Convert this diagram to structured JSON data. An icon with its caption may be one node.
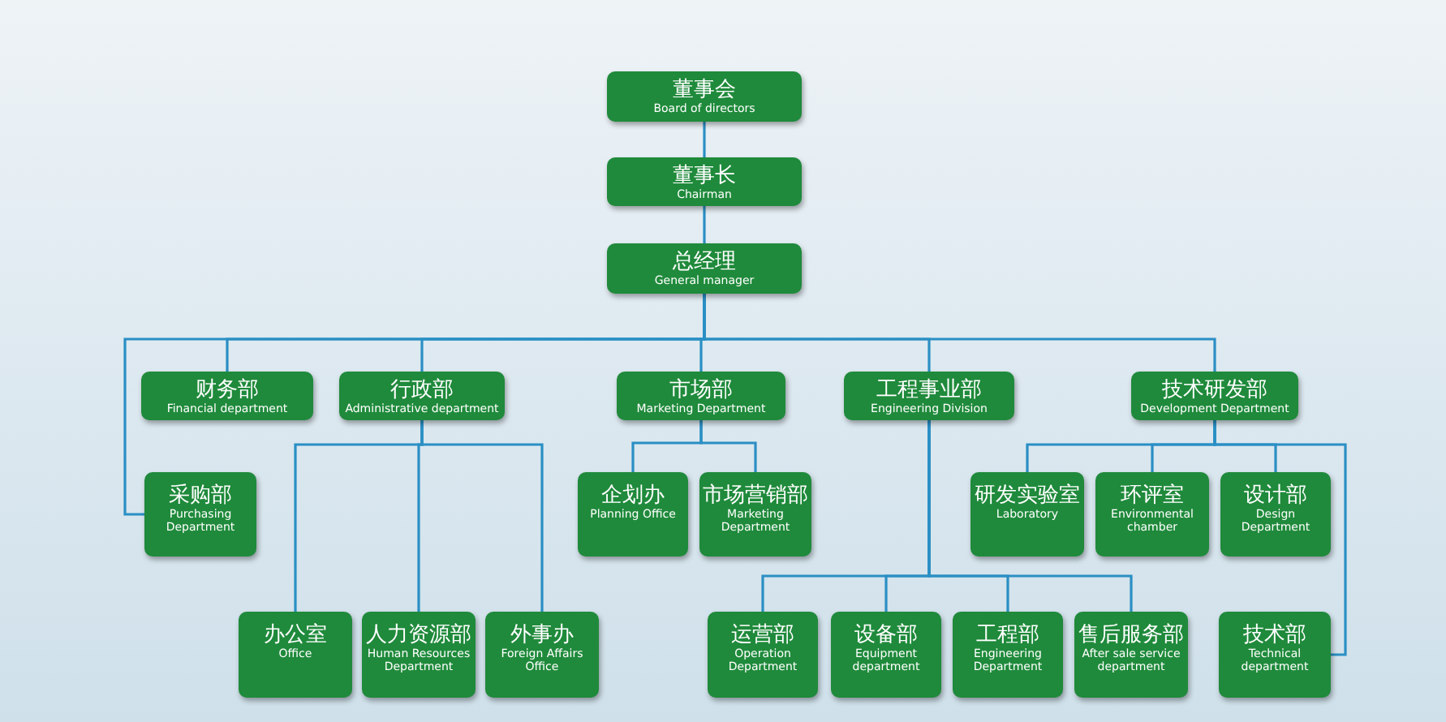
{
  "diagram": {
    "nodes": [
      {
        "text": [
          "董事会",
          "Board of directors"
        ]
      },
      {
        "text": [
          "董事长",
          "Chairman"
        ]
      },
      {
        "text": [
          "总经理",
          "General manager"
        ]
      },
      {
        "text": [
          "财务部",
          "Financial department"
        ]
      },
      {
        "text": [
          "行政部",
          "Administrative department"
        ]
      },
      {
        "text": [
          "市场部",
          "Marketing Department"
        ]
      },
      {
        "text": [
          "工程事业部",
          "Engineering Division"
        ]
      },
      {
        "text": [
          "技术研发部",
          "Development Department"
        ]
      },
      {
        "text": [
          "采购部",
          "Purchasing Department"
        ]
      },
      {
        "text": [
          "企划办",
          "Planning Office"
        ]
      },
      {
        "text": [
          "市场营销部",
          "Marketing Department"
        ]
      },
      {
        "text": [
          "研发实验室",
          "Laboratory"
        ]
      },
      {
        "text": [
          "环评室",
          "Environmental chamber"
        ]
      },
      {
        "text": [
          "设计部",
          "Design Department"
        ]
      },
      {
        "text": [
          "办公室",
          "Office"
        ]
      },
      {
        "text": [
          "人力资源部",
          "Human Resources Department"
        ]
      },
      {
        "text": [
          "外事办",
          "Foreign Affairs Office"
        ]
      },
      {
        "text": [
          "运营部",
          "Operation Department"
        ]
      },
      {
        "text": [
          "设备部",
          "Equipment department"
        ]
      },
      {
        "text": [
          "工程部",
          "Engineering Department"
        ]
      },
      {
        "text": [
          "售后服务部",
          "After sale service department"
        ]
      },
      {
        "text": [
          "技术部",
          "Technical department"
        ]
      }
    ],
    "edges": [
      {
        "from": 0,
        "to": 1,
        "arrow": "none"
      },
      {
        "from": 1,
        "to": 2,
        "arrow": "none"
      },
      {
        "from": 2,
        "to": 3,
        "arrow": "none"
      },
      {
        "from": 2,
        "to": 4,
        "arrow": "none"
      },
      {
        "from": 2,
        "to": 5,
        "arrow": "none"
      },
      {
        "from": 2,
        "to": 6,
        "arrow": "none"
      },
      {
        "from": 2,
        "to": 7,
        "arrow": "none"
      },
      {
        "from": 2,
        "to": 8,
        "arrow": "none"
      },
      {
        "from": 5,
        "to": 9,
        "arrow": "none"
      },
      {
        "from": 5,
        "to": 10,
        "arrow": "none"
      },
      {
        "from": 7,
        "to": 11,
        "arrow": "none"
      },
      {
        "from": 7,
        "to": 12,
        "arrow": "none"
      },
      {
        "from": 7,
        "to": 13,
        "arrow": "none"
      },
      {
        "from": 7,
        "to": 21,
        "arrow": "none"
      },
      {
        "from": 4,
        "to": 14,
        "arrow": "none"
      },
      {
        "from": 4,
        "to": 15,
        "arrow": "none"
      },
      {
        "from": 4,
        "to": 16,
        "arrow": "none"
      },
      {
        "from": 6,
        "to": 17,
        "arrow": "none"
      },
      {
        "from": 6,
        "to": 18,
        "arrow": "none"
      },
      {
        "from": 6,
        "to": 19,
        "arrow": "none"
      },
      {
        "from": 6,
        "to": 20,
        "arrow": "none"
      }
    ]
  }
}
